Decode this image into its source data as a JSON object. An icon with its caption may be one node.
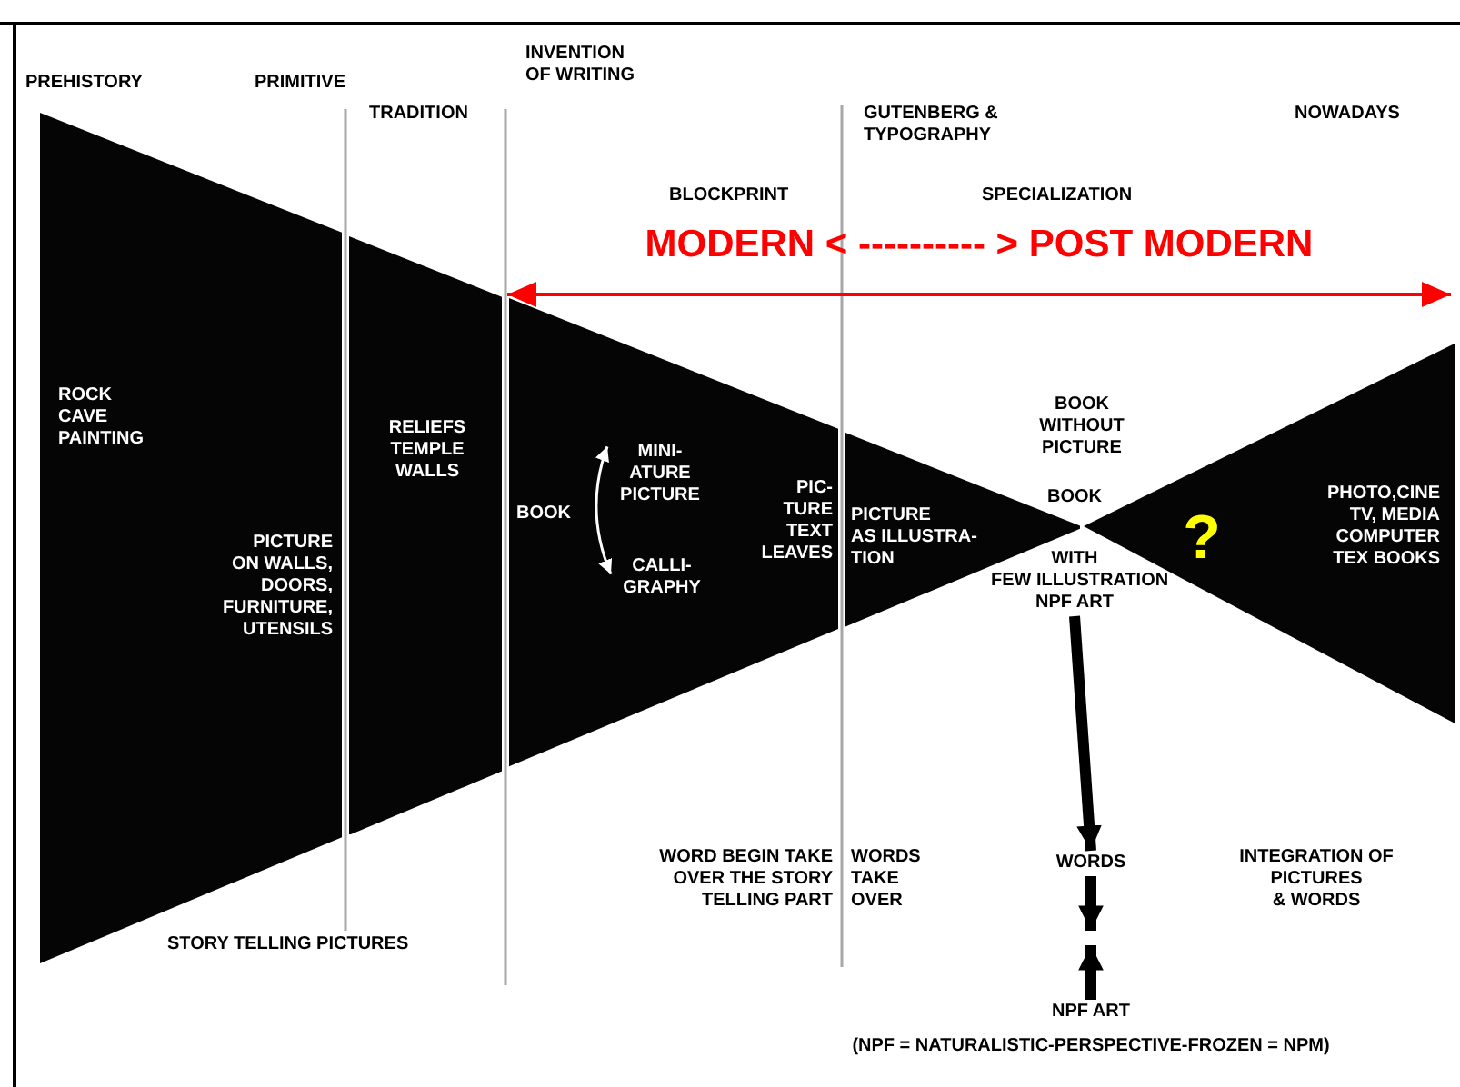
{
  "diagram": {
    "nodes": [
      {
        "text": [
          "ROCK CAVE PAINTING",
          "PICTURE ON WALLS, DOORS, FURNITURE, UTENSILS"
        ]
      },
      {
        "text": [
          "RELIEFS TEMPLE WALLS"
        ]
      },
      {
        "text": [
          "BOOK",
          "PIC- TURE TEXT LEAVES"
        ]
      },
      {
        "text": [
          "MINI- ATURE PICTURE"
        ],
        "in": 2
      },
      {
        "text": [
          "CALLI- GRAPHY"
        ],
        "in": 2
      },
      {
        "text": [
          "PICTURE AS ILLUSTRA- TION"
        ]
      },
      {
        "text": [
          "BOOK WITH FEW ILLUSTRATION NPF ART"
        ]
      },
      {
        "text": [
          "?",
          "PHOTO,CINE TV, MEDIA COMPUTER TEX BOOKS"
        ]
      },
      {
        "text": [
          "WORDS"
        ]
      },
      {
        "text": [
          "NPF ART"
        ]
      }
    ],
    "edges": [
      {
        "from": 3,
        "to": 4,
        "arrow": "both",
        "color": "#ffffff"
      },
      {
        "from": 6,
        "to": 8,
        "arrow": "to"
      },
      {
        "from": 8,
        "to": null,
        "arrow": "to"
      },
      {
        "from": 9,
        "to": null,
        "arrow": "to"
      }
    ],
    "labels": [
      "PREHISTORY",
      "PRIMITIVE",
      "INVENTION OF WRITING",
      "TRADITION",
      "GUTENBERG & TYPOGRAPHY",
      "NOWADAYS",
      "BLOCKPRINT",
      "SPECIALIZATION",
      "MODERN < ---------- > POST MODERN",
      "BOOK WITHOUT PICTURE",
      "STORY TELLING PICTURES",
      "WORD BEGIN TAKE OVER THE STORY TELLING PART",
      "WORDS TAKE OVER",
      "INTEGRATION OF PICTURES & WORDS",
      "(NPF = NATURALISTIC-PERSPECTIVE-FROZEN = NPM)"
    ]
  }
}
